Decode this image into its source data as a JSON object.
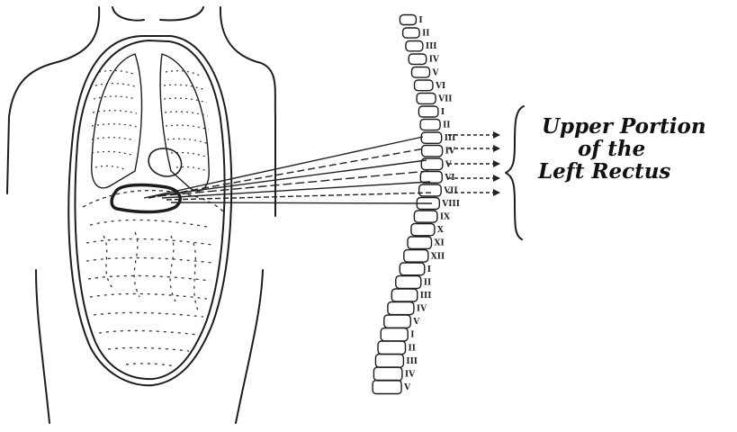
{
  "callout": {
    "line1": "Upper Portion",
    "line2": "of the",
    "line3": "Left Rectus"
  },
  "vertebra_labels": [
    "I",
    "II",
    "III",
    "IV",
    "V",
    "VI",
    "VII",
    "I",
    "II",
    "III",
    "IV",
    "V",
    "VI",
    "VII",
    "VIII",
    "IX",
    "X",
    "XI",
    "XII",
    "I",
    "II",
    "III",
    "IV",
    "V",
    "I",
    "II",
    "III",
    "IV",
    "V"
  ],
  "colors": {
    "ink": "#1c1c1c",
    "background": "#ffffff"
  }
}
